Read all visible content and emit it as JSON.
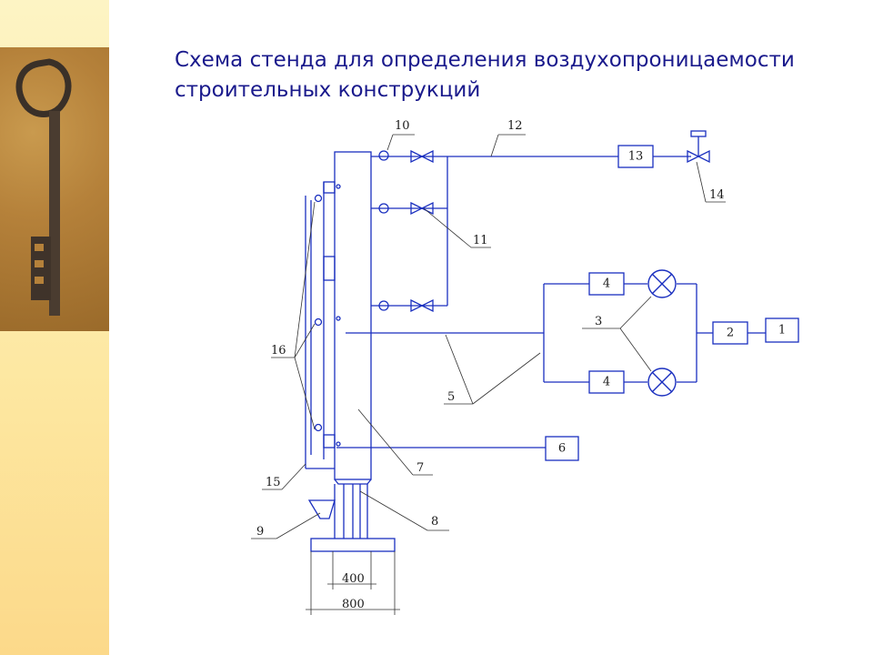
{
  "title": {
    "line1": "Схема стенда для определения воздухопроницаемости",
    "line2": "строительных конструкций"
  },
  "diagram": {
    "callouts": [
      "10",
      "12",
      "11",
      "14",
      "16",
      "15",
      "9",
      "5",
      "7",
      "8",
      "3"
    ],
    "boxes": [
      "13",
      "4",
      "4",
      "2",
      "1",
      "6"
    ],
    "dimensions": [
      "400",
      "800"
    ]
  },
  "colors": {
    "line": "#1a2fbf",
    "leader": "#333333",
    "accent": "#1a1a8c"
  },
  "icons": [
    "key-photo",
    "valve-icon",
    "gauge-icon",
    "meter-icon"
  ]
}
